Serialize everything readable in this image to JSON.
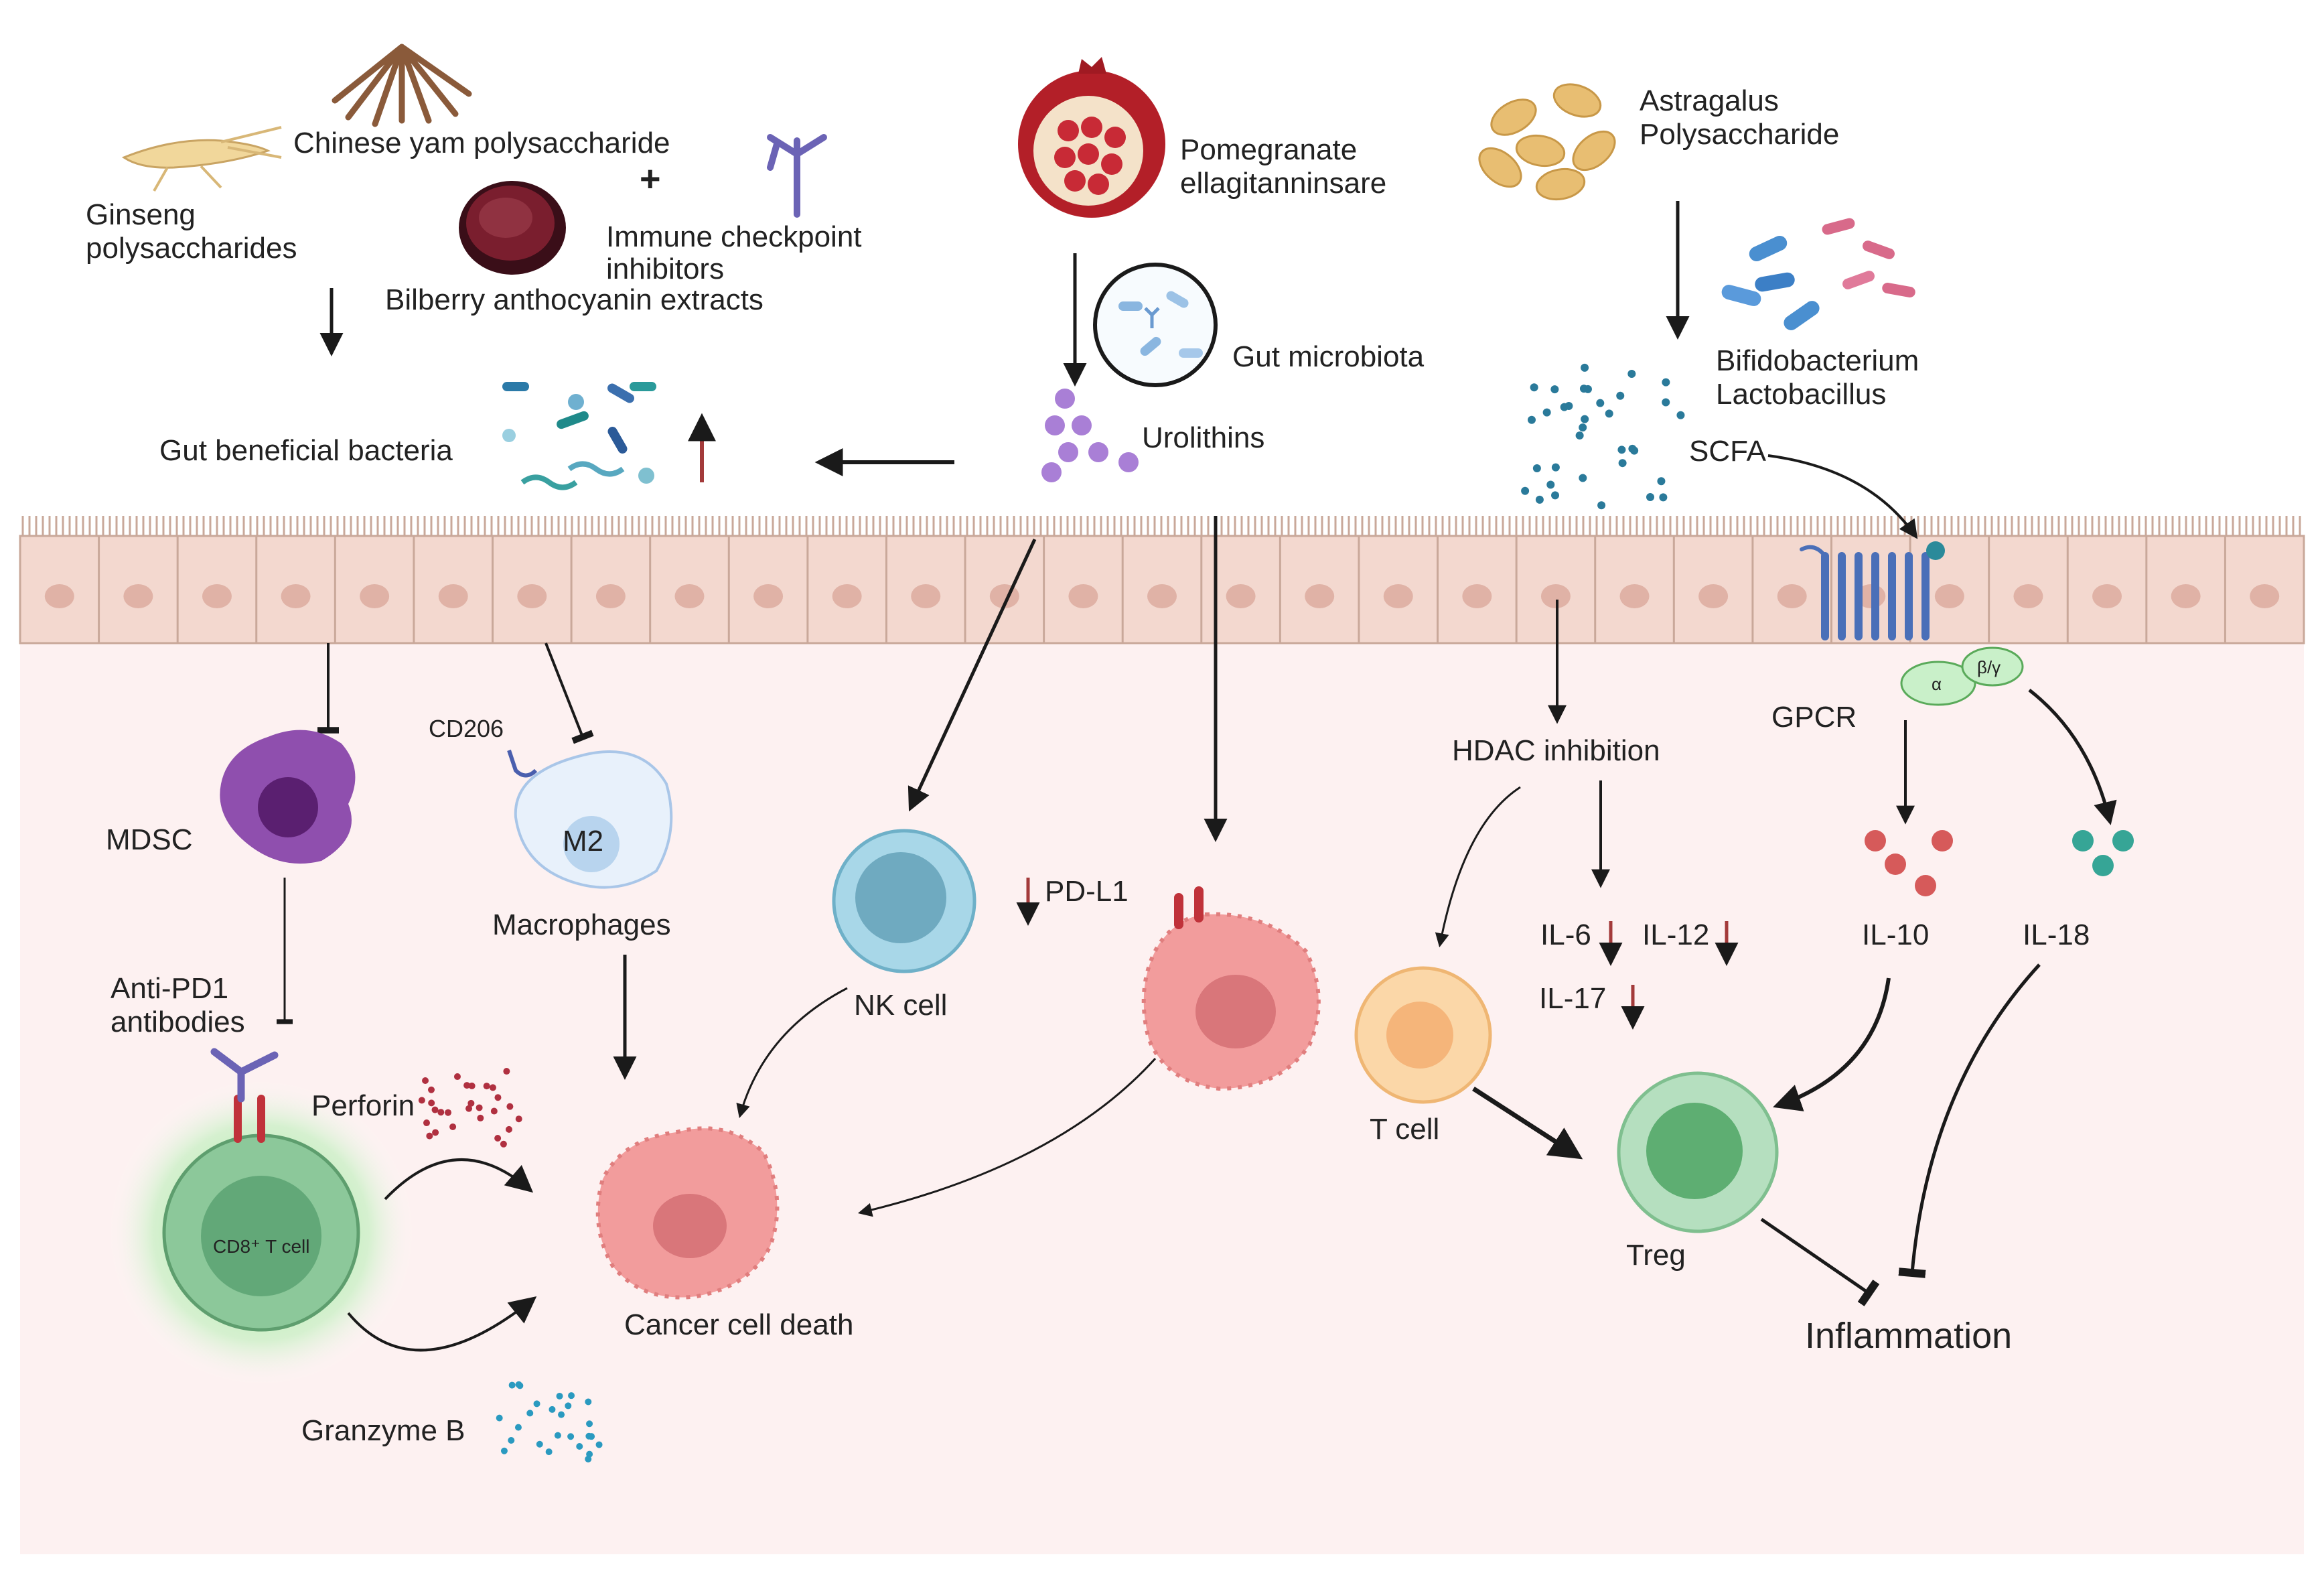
{
  "labels": {
    "chinese_yam": "Chinese yam polysaccharide",
    "plus": "+",
    "ginseng_1": "Ginseng",
    "ginseng_2": "polysaccharides",
    "ici_1": "Immune checkpoint",
    "ici_2": "inhibitors",
    "bilberry": "Bilberry anthocyanin extracts",
    "pomegranate_1": "Pomegranate",
    "pomegranate_2": "ellagitanninsare",
    "gut_microbiota": "Gut microbiota",
    "urolithins": "Urolithins",
    "astragalus_1": "Astragalus",
    "astragalus_2": "Polysaccharide",
    "bifido": "Bifidobacterium",
    "lacto": "Lactobacillus",
    "scfa": "SCFA",
    "gut_beneficial": "Gut beneficial bacteria",
    "mdsc": "MDSC",
    "cd206": "CD206",
    "m2": "M2",
    "macrophages": "Macrophages",
    "nk_cell": "NK cell",
    "pdl1": "PD-L1",
    "hdac": "HDAC inhibition",
    "gpcr": "GPCR",
    "alpha": "α",
    "beta_gamma": "β/γ",
    "il6": "IL-6",
    "il12": "IL-12",
    "il17": "IL-17",
    "il10": "IL-10",
    "il18": "IL-18",
    "anti_pd1_1": "Anti-PD1",
    "anti_pd1_2": "antibodies",
    "perforin": "Perforin",
    "cd8": "CD8⁺ T cell",
    "granzyme": "Granzyme B",
    "cancer_death": "Cancer cell death",
    "t_cell": "T cell",
    "treg": "Treg",
    "inflammation": "Inflammation"
  },
  "colors": {
    "arrow": "#1a1a1a",
    "down_arrow": "#a33a3a",
    "epithelium": "#f3d8cf",
    "lamina": "#fdf1f1",
    "cancer": "#f29c9c",
    "nk": "#8ec8dc",
    "mdsc": "#8f4fae",
    "macrophage": "#dbe9f8",
    "cd8": "#8cc89a",
    "tcell": "#f7c58c",
    "treg": "#93cc9f",
    "urolithin": "#a97fd6",
    "il10": "#d65a5a",
    "il18": "#36a596",
    "gpcr": "#4a6fb8"
  },
  "icons": [
    "ginseng-icon",
    "chinese-yam-icon",
    "bilberry-icon",
    "antibody-icon",
    "pomegranate-icon",
    "microbiota-dish-icon",
    "astragalus-seeds-icon",
    "bacteria-icon",
    "gpcr-icon"
  ]
}
